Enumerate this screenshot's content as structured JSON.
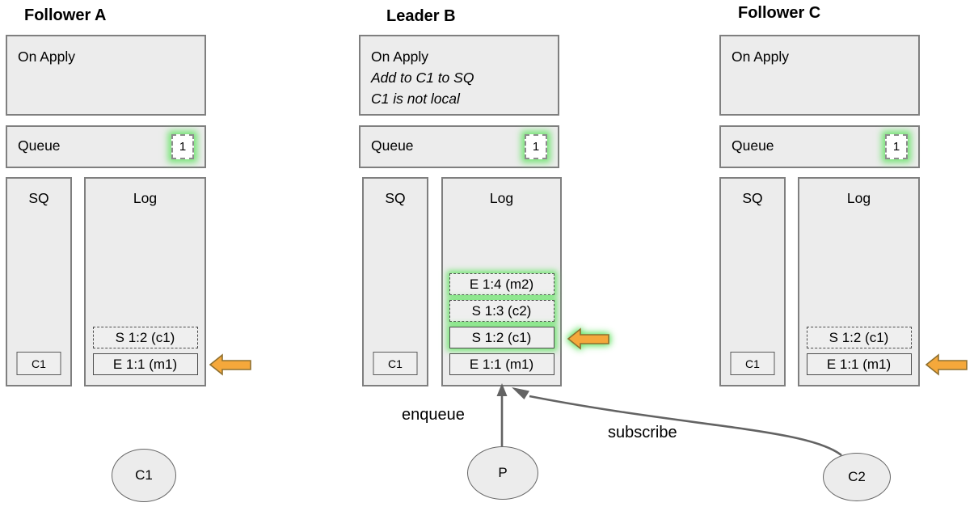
{
  "palette": {
    "box_fill": "#ececec",
    "box_border": "#7f7f7f",
    "glow_green": "#74e574",
    "arrow_orange_fill": "#f5a83b",
    "arrow_orange_stroke": "#8f702f",
    "connector_gray": "#636363"
  },
  "nodes": [
    {
      "title": "Follower A",
      "on_apply": {
        "lines": [
          "On Apply"
        ]
      },
      "queue": {
        "label": "Queue",
        "badge": "1"
      },
      "sq": {
        "label": "SQ",
        "items": [
          "C1"
        ]
      },
      "log": {
        "label": "Log",
        "entries": [
          {
            "text": "S 1:2 (c1)",
            "border": "dashed",
            "glow": false
          },
          {
            "text": "E 1:1 (m1)",
            "border": "solid",
            "glow": false
          }
        ]
      }
    },
    {
      "title": "Leader B",
      "on_apply": {
        "lines": [
          "On Apply",
          "Add to C1 to SQ",
          "C1 is not local"
        ]
      },
      "queue": {
        "label": "Queue",
        "badge": "1"
      },
      "sq": {
        "label": "SQ",
        "items": [
          "C1"
        ]
      },
      "log": {
        "label": "Log",
        "entries": [
          {
            "text": "E 1:4 (m2)",
            "border": "dashed",
            "glow": true
          },
          {
            "text": "S 1:3 (c2)",
            "border": "dashed",
            "glow": true
          },
          {
            "text": "S 1:2 (c1)",
            "border": "solid",
            "glow": true
          },
          {
            "text": "E 1:1 (m1)",
            "border": "solid",
            "glow": false
          }
        ]
      }
    },
    {
      "title": "Follower C",
      "on_apply": {
        "lines": [
          "On Apply"
        ]
      },
      "queue": {
        "label": "Queue",
        "badge": "1"
      },
      "sq": {
        "label": "SQ",
        "items": [
          "C1"
        ]
      },
      "log": {
        "label": "Log",
        "entries": [
          {
            "text": "S 1:2 (c1)",
            "border": "dashed",
            "glow": false
          },
          {
            "text": "E 1:1 (m1)",
            "border": "solid",
            "glow": false
          }
        ]
      }
    }
  ],
  "actors": [
    {
      "label": "C1"
    },
    {
      "label": "P"
    },
    {
      "label": "C2"
    }
  ],
  "edges": [
    {
      "label": "enqueue"
    },
    {
      "label": "subscribe"
    }
  ]
}
